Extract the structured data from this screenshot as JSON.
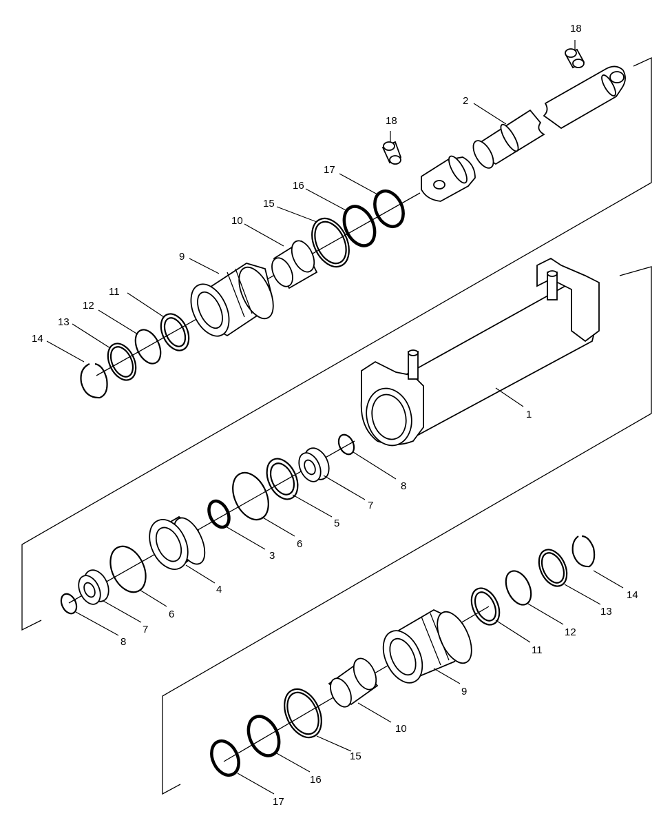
{
  "callouts": {
    "c18a": "18",
    "c18b": "18",
    "c2": "2",
    "c17a": "17",
    "c16a": "16",
    "c15a": "15",
    "c10a": "10",
    "c9a": "9",
    "c11a": "11",
    "c12a": "12",
    "c13a": "13",
    "c14a": "14",
    "c1": "1",
    "c8a": "8",
    "c7a": "7",
    "c5": "5",
    "c6a": "6",
    "c3": "3",
    "c4": "4",
    "c6b": "6",
    "c7b": "7",
    "c8b": "8",
    "c14b": "14",
    "c13b": "13",
    "c12b": "12",
    "c11b": "11",
    "c9b": "9",
    "c10b": "10",
    "c15b": "15",
    "c16b": "16",
    "c17b": "17"
  }
}
